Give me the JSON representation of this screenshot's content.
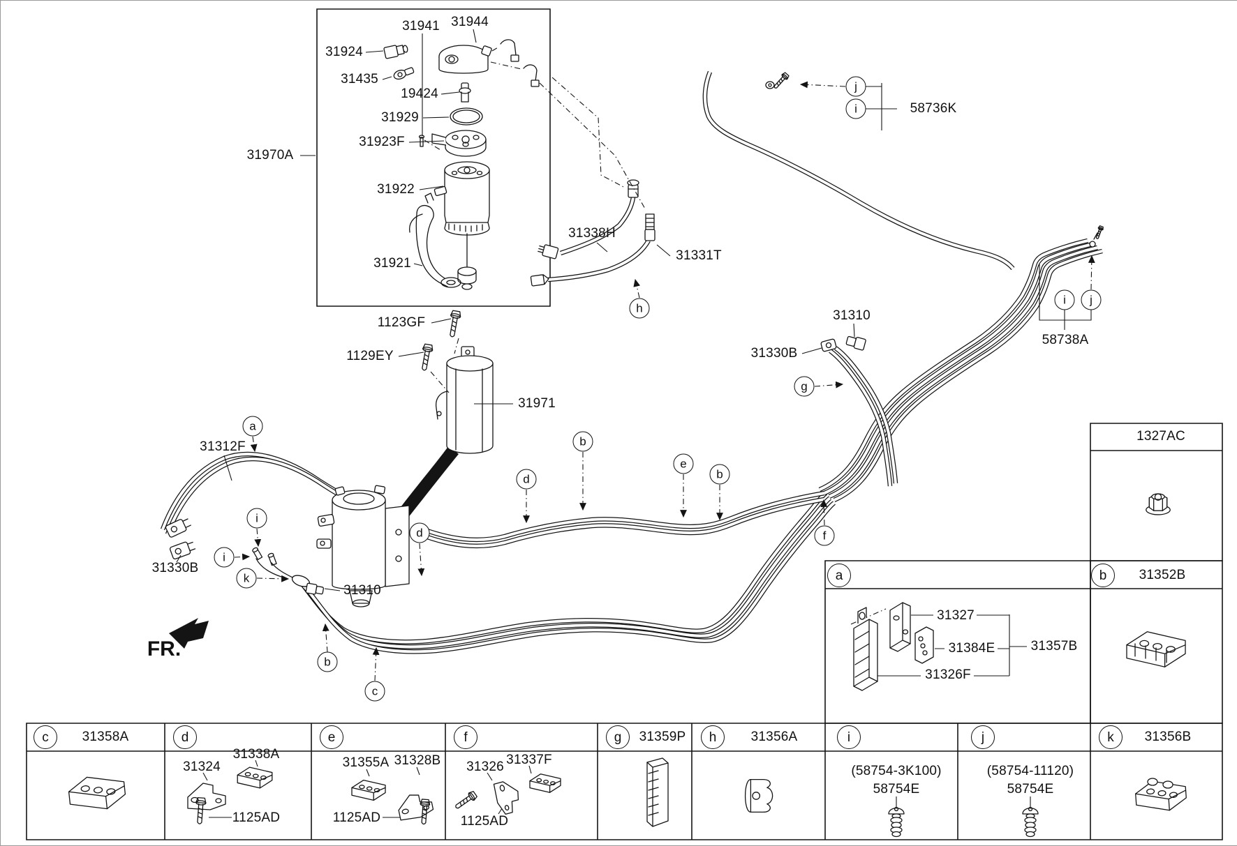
{
  "letters": {
    "a": "a",
    "b": "b",
    "c": "c",
    "d": "d",
    "e": "e",
    "f": "f",
    "g": "g",
    "h": "h",
    "i": "i",
    "j": "j",
    "k": "k"
  },
  "fr": {
    "label": "FR."
  },
  "filter_box": {
    "assembly": "31970A",
    "p31941": "31941",
    "p31944": "31944",
    "p31924": "31924",
    "p31435": "31435",
    "p19424": "19424",
    "p31929": "31929",
    "p31923F": "31923F",
    "p31922": "31922",
    "p31921": "31921"
  },
  "mid": {
    "p1123GF": "1123GF",
    "p1129EY": "1129EY",
    "p31971": "31971",
    "p31312F": "31312F",
    "p31330B_left": "31330B",
    "p31310_left": "31310",
    "p31338H": "31338H",
    "p31331T": "31331T",
    "p58736K": "58736K",
    "p31310_right": "31310",
    "p31330B_right": "31330B",
    "p58738A": "58738A"
  },
  "box_a": {
    "p31327": "31327",
    "p31384E": "31384E",
    "p31357B": "31357B",
    "p31326F": "31326F"
  },
  "box_nut": {
    "title": "1327AC"
  },
  "box_b": {
    "title": "31352B"
  },
  "table": {
    "c": {
      "title": "31358A"
    },
    "d": {
      "p31324": "31324",
      "p31338A": "31338A",
      "p1125AD": "1125AD"
    },
    "e": {
      "p31355A": "31355A",
      "p31328B": "31328B",
      "p1125AD": "1125AD"
    },
    "f": {
      "p31326": "31326",
      "p31337F": "31337F",
      "p1125AD": "1125AD"
    },
    "g": {
      "title": "31359P"
    },
    "h": {
      "title": "31356A"
    },
    "i": {
      "alt": "(58754-3K100)",
      "part": "58754E"
    },
    "j": {
      "alt": "(58754-11120)",
      "part": "58754E"
    },
    "k": {
      "title": "31356B"
    }
  }
}
